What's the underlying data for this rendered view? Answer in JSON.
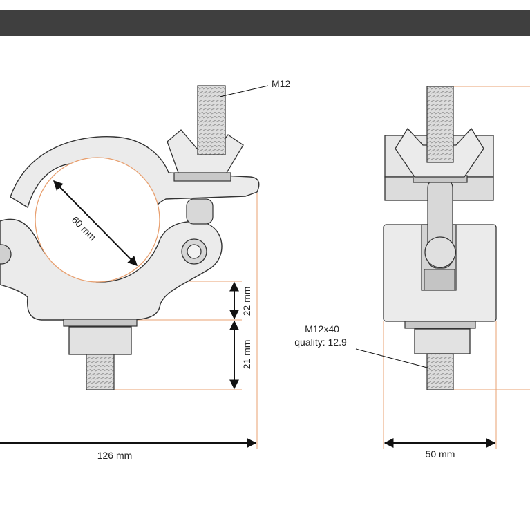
{
  "colors": {
    "header_bar": "#3f3f3f",
    "dimension_line": "#111111",
    "extension_line": "#e8a070",
    "metal_light": "#ebebeb",
    "metal_mid": "#c8c8c8",
    "metal_dark": "#9a9a9a",
    "outline": "#333333"
  },
  "labels": {
    "bolt_top": "M12",
    "tube_diameter": "60 mm",
    "dim_upper": "22 mm",
    "dim_lower": "21 mm",
    "width_side": "126 mm",
    "bolt_bottom_line1": "M12x40",
    "bolt_bottom_line2": "quality: 12.9",
    "width_front": "50 mm"
  }
}
